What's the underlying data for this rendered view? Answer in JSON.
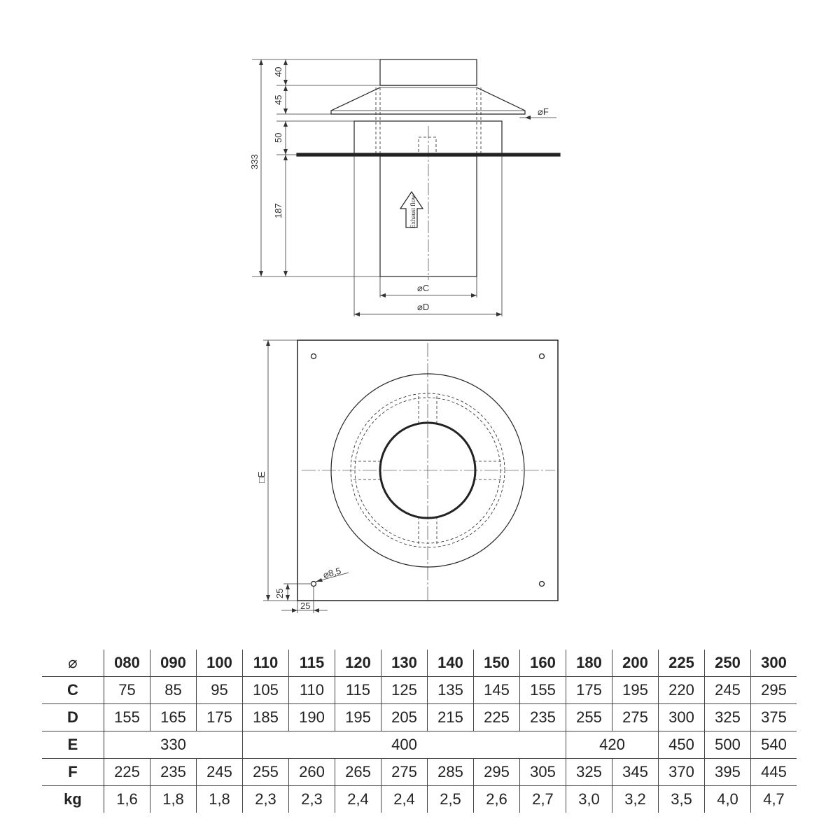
{
  "side_view": {
    "dim_40": "40",
    "dim_45": "45",
    "dim_50": "50",
    "dim_333": "333",
    "dim_187": "187",
    "label_f": "⌀F",
    "label_c": "⌀C",
    "label_d": "⌀D",
    "flow_label": "Exhaust flow"
  },
  "top_view": {
    "label_e": "□E",
    "hole_label": "⌀8,5",
    "dim_25_v": "25",
    "dim_25_h": "25"
  },
  "table": {
    "header_symbol": "⌀",
    "sizes": [
      "080",
      "090",
      "100",
      "110",
      "115",
      "120",
      "130",
      "140",
      "150",
      "160",
      "180",
      "200",
      "225",
      "250",
      "300"
    ],
    "rows": {
      "c": {
        "label": "C",
        "values": [
          "75",
          "85",
          "95",
          "105",
          "110",
          "115",
          "125",
          "135",
          "145",
          "155",
          "175",
          "195",
          "220",
          "245",
          "295"
        ]
      },
      "d": {
        "label": "D",
        "values": [
          "155",
          "165",
          "175",
          "185",
          "190",
          "195",
          "205",
          "215",
          "225",
          "235",
          "255",
          "275",
          "300",
          "325",
          "375"
        ]
      },
      "e": {
        "label": "E",
        "groups": [
          "330",
          "400",
          "420",
          "450",
          "500",
          "540"
        ]
      },
      "f": {
        "label": "F",
        "values": [
          "225",
          "235",
          "245",
          "255",
          "260",
          "265",
          "275",
          "285",
          "295",
          "305",
          "325",
          "345",
          "370",
          "395",
          "445"
        ]
      },
      "kg": {
        "label": "kg",
        "values": [
          "1,6",
          "1,8",
          "1,8",
          "2,3",
          "2,3",
          "2,4",
          "2,4",
          "2,5",
          "2,6",
          "2,7",
          "3,0",
          "3,2",
          "3,5",
          "4,0",
          "4,7"
        ]
      }
    }
  }
}
